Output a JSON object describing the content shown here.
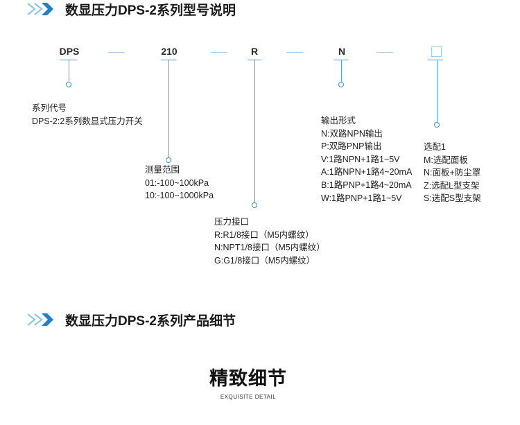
{
  "section1": {
    "title": "数显压力DPS-2系列型号说明"
  },
  "section2": {
    "title": "数显压力DPS-2系列产品细节"
  },
  "codes": {
    "series": "DPS",
    "range": "210",
    "interface": "R",
    "output": "N"
  },
  "groups": {
    "series": {
      "title": "系列代号",
      "lines": [
        "DPS-2:2系列数显式压力开关"
      ]
    },
    "range": {
      "title": "测量范围",
      "lines": [
        "01:-100~100kPa",
        "10:-100~1000kPa"
      ]
    },
    "interface": {
      "title": "压力接口",
      "lines": [
        "R:R1/8接口（M5内螺纹）",
        "N:NPT1/8接口（M5内螺纹）",
        "G:G1/8接口（M5内螺纹）"
      ]
    },
    "output": {
      "title": "输出形式",
      "lines": [
        "N:双路NPN输出",
        "P:双路PNP输出",
        "V:1路NPN+1路1~5V",
        "A:1路NPN+1路4~20mA",
        "B:1路PNP+1路4~20mA",
        "W:1路PNP+1路1~5V"
      ]
    },
    "option": {
      "title": "选配1",
      "lines": [
        "M:选配面板",
        "N:面板+防尘罩",
        "Z:选配L型支架",
        "S:选配S型支架"
      ]
    }
  },
  "detail": {
    "title": "精致细节",
    "subtitle": "EXQUISITE DETAIL"
  },
  "colors": {
    "accent": "#1f7fc9",
    "accent_light": "#8ec6ea",
    "line": "#4aa3dc"
  }
}
